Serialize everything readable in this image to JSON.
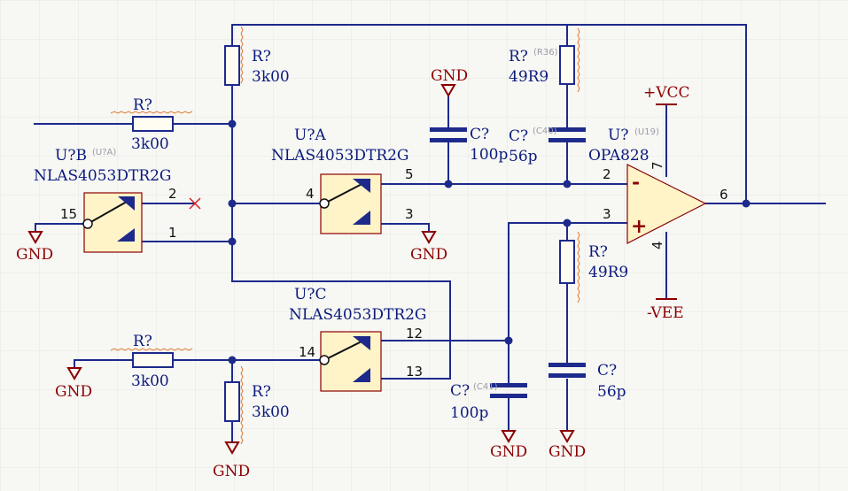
{
  "colors": {
    "wire": "#1d2a8c",
    "power": "#8b0000",
    "body": "#fff3c8",
    "background": "#f7f7f4"
  },
  "labels": {
    "r_top": {
      "ref": "R?",
      "val": "3k00"
    },
    "r_in1": {
      "ref": "R?",
      "val": "3k00"
    },
    "r_fb": {
      "ref": "R?",
      "val": "49R9",
      "alt": "(R36)"
    },
    "r_plus": {
      "ref": "R?",
      "val": "49R9"
    },
    "r_in2": {
      "ref": "R?",
      "val": "3k00"
    },
    "r_bottom": {
      "ref": "R?",
      "val": "3k00"
    },
    "c_mid": {
      "ref": "C?",
      "val": "100p"
    },
    "c_fb": {
      "ref": "C?",
      "val": "56p",
      "alt": "(C40)"
    },
    "c_bot_left": {
      "ref": "C?",
      "val": "100p",
      "alt": "(C41)"
    },
    "c_bot_right": {
      "ref": "C?",
      "val": "56p"
    },
    "uB": {
      "ref": "U?B",
      "alt": "(U?A)",
      "part": "NLAS4053DTR2G"
    },
    "uA": {
      "ref": "U?A",
      "part": "NLAS4053DTR2G"
    },
    "uC": {
      "ref": "U?C",
      "part": "NLAS4053DTR2G"
    },
    "opamp": {
      "ref": "U?",
      "alt": "(U19)",
      "part": "OPA828",
      "vcc": "+VCC",
      "vee": "-VEE"
    },
    "gnd": "GND",
    "pins": {
      "p2a": "2",
      "p1": "1",
      "p15": "15",
      "p4": "4",
      "p5": "5",
      "p3": "3",
      "p14": "14",
      "p12": "12",
      "p13": "13",
      "op2": "2",
      "op3": "3",
      "op7": "7",
      "op4": "4",
      "op6": "6",
      "minus": "-",
      "plus": "+"
    }
  }
}
